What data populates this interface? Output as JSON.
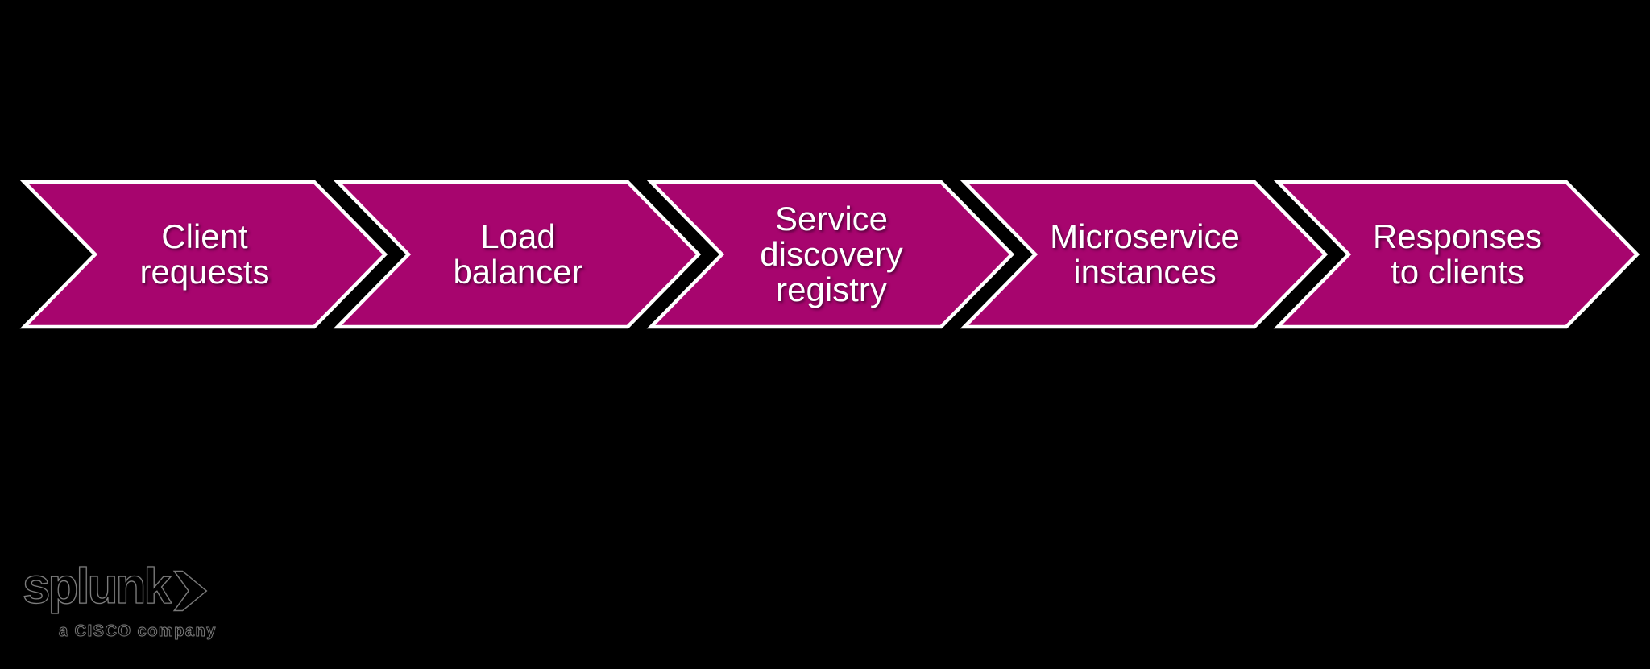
{
  "page": {
    "background_color": "#000000"
  },
  "flow": {
    "arrow_fill": "#A7056E",
    "arrow_border": "#FFFFFF",
    "label_color": "#FFFFFF",
    "steps": [
      {
        "label": "Client\nrequests"
      },
      {
        "label": "Load\nbalancer"
      },
      {
        "label": "Service\ndiscovery\nregistry"
      },
      {
        "label": "Microservice\ninstances"
      },
      {
        "label": "Responses\nto clients"
      }
    ]
  },
  "branding": {
    "logo_text": "splunk",
    "tagline": "a CISCO company",
    "logo_color": "#000000"
  }
}
